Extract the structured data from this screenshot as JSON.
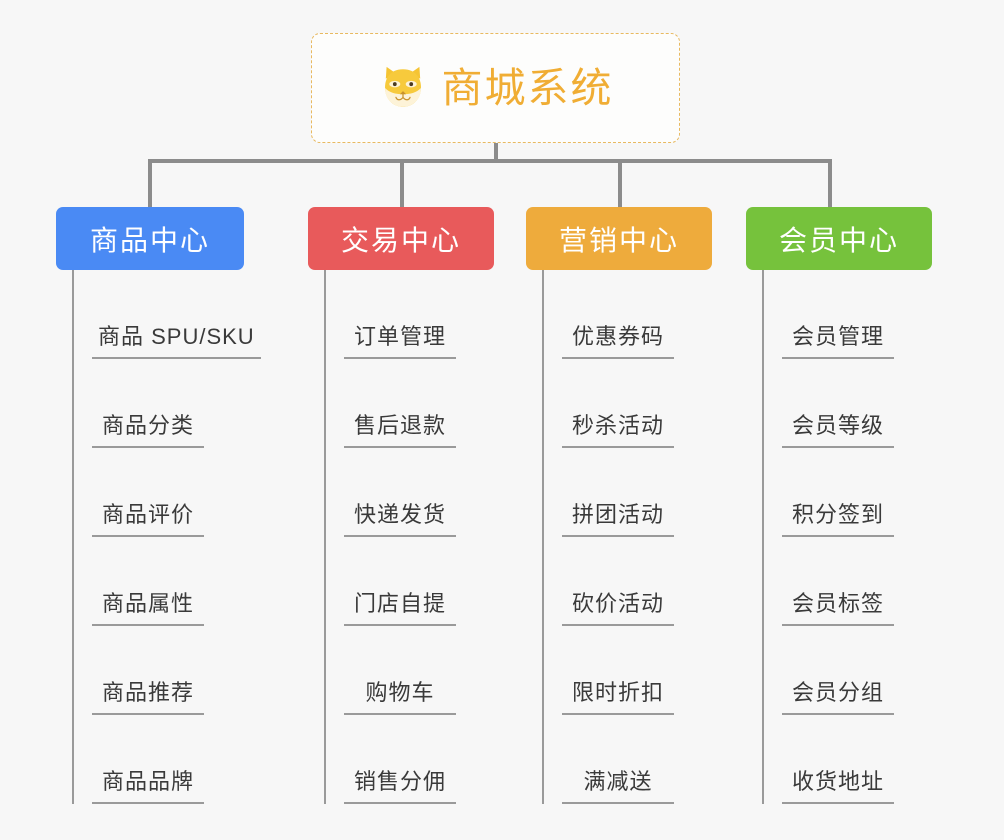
{
  "diagram": {
    "type": "org-chart",
    "background_color": "#f7f7f7"
  },
  "root": {
    "title": "商城系统",
    "icon": "shiba-dog-face-icon",
    "text_color": "#f0ad34",
    "border_color": "#e8b960"
  },
  "branches": [
    {
      "label": "商品中心",
      "color": "#4a8af4",
      "items": [
        "商品 SPU/SKU",
        "商品分类",
        "商品评价",
        "商品属性",
        "商品推荐",
        "商品品牌"
      ]
    },
    {
      "label": "交易中心",
      "color": "#e85a5b",
      "items": [
        "订单管理",
        "售后退款",
        "快递发货",
        "门店自提",
        "购物车",
        "销售分佣"
      ]
    },
    {
      "label": "营销中心",
      "color": "#eeab3c",
      "items": [
        "优惠券码",
        "秒杀活动",
        "拼团活动",
        "砍价活动",
        "限时折扣",
        "满减送"
      ]
    },
    {
      "label": "会员中心",
      "color": "#76c23c",
      "items": [
        "会员管理",
        "会员等级",
        "积分签到",
        "会员标签",
        "会员分组",
        "收货地址"
      ]
    }
  ]
}
